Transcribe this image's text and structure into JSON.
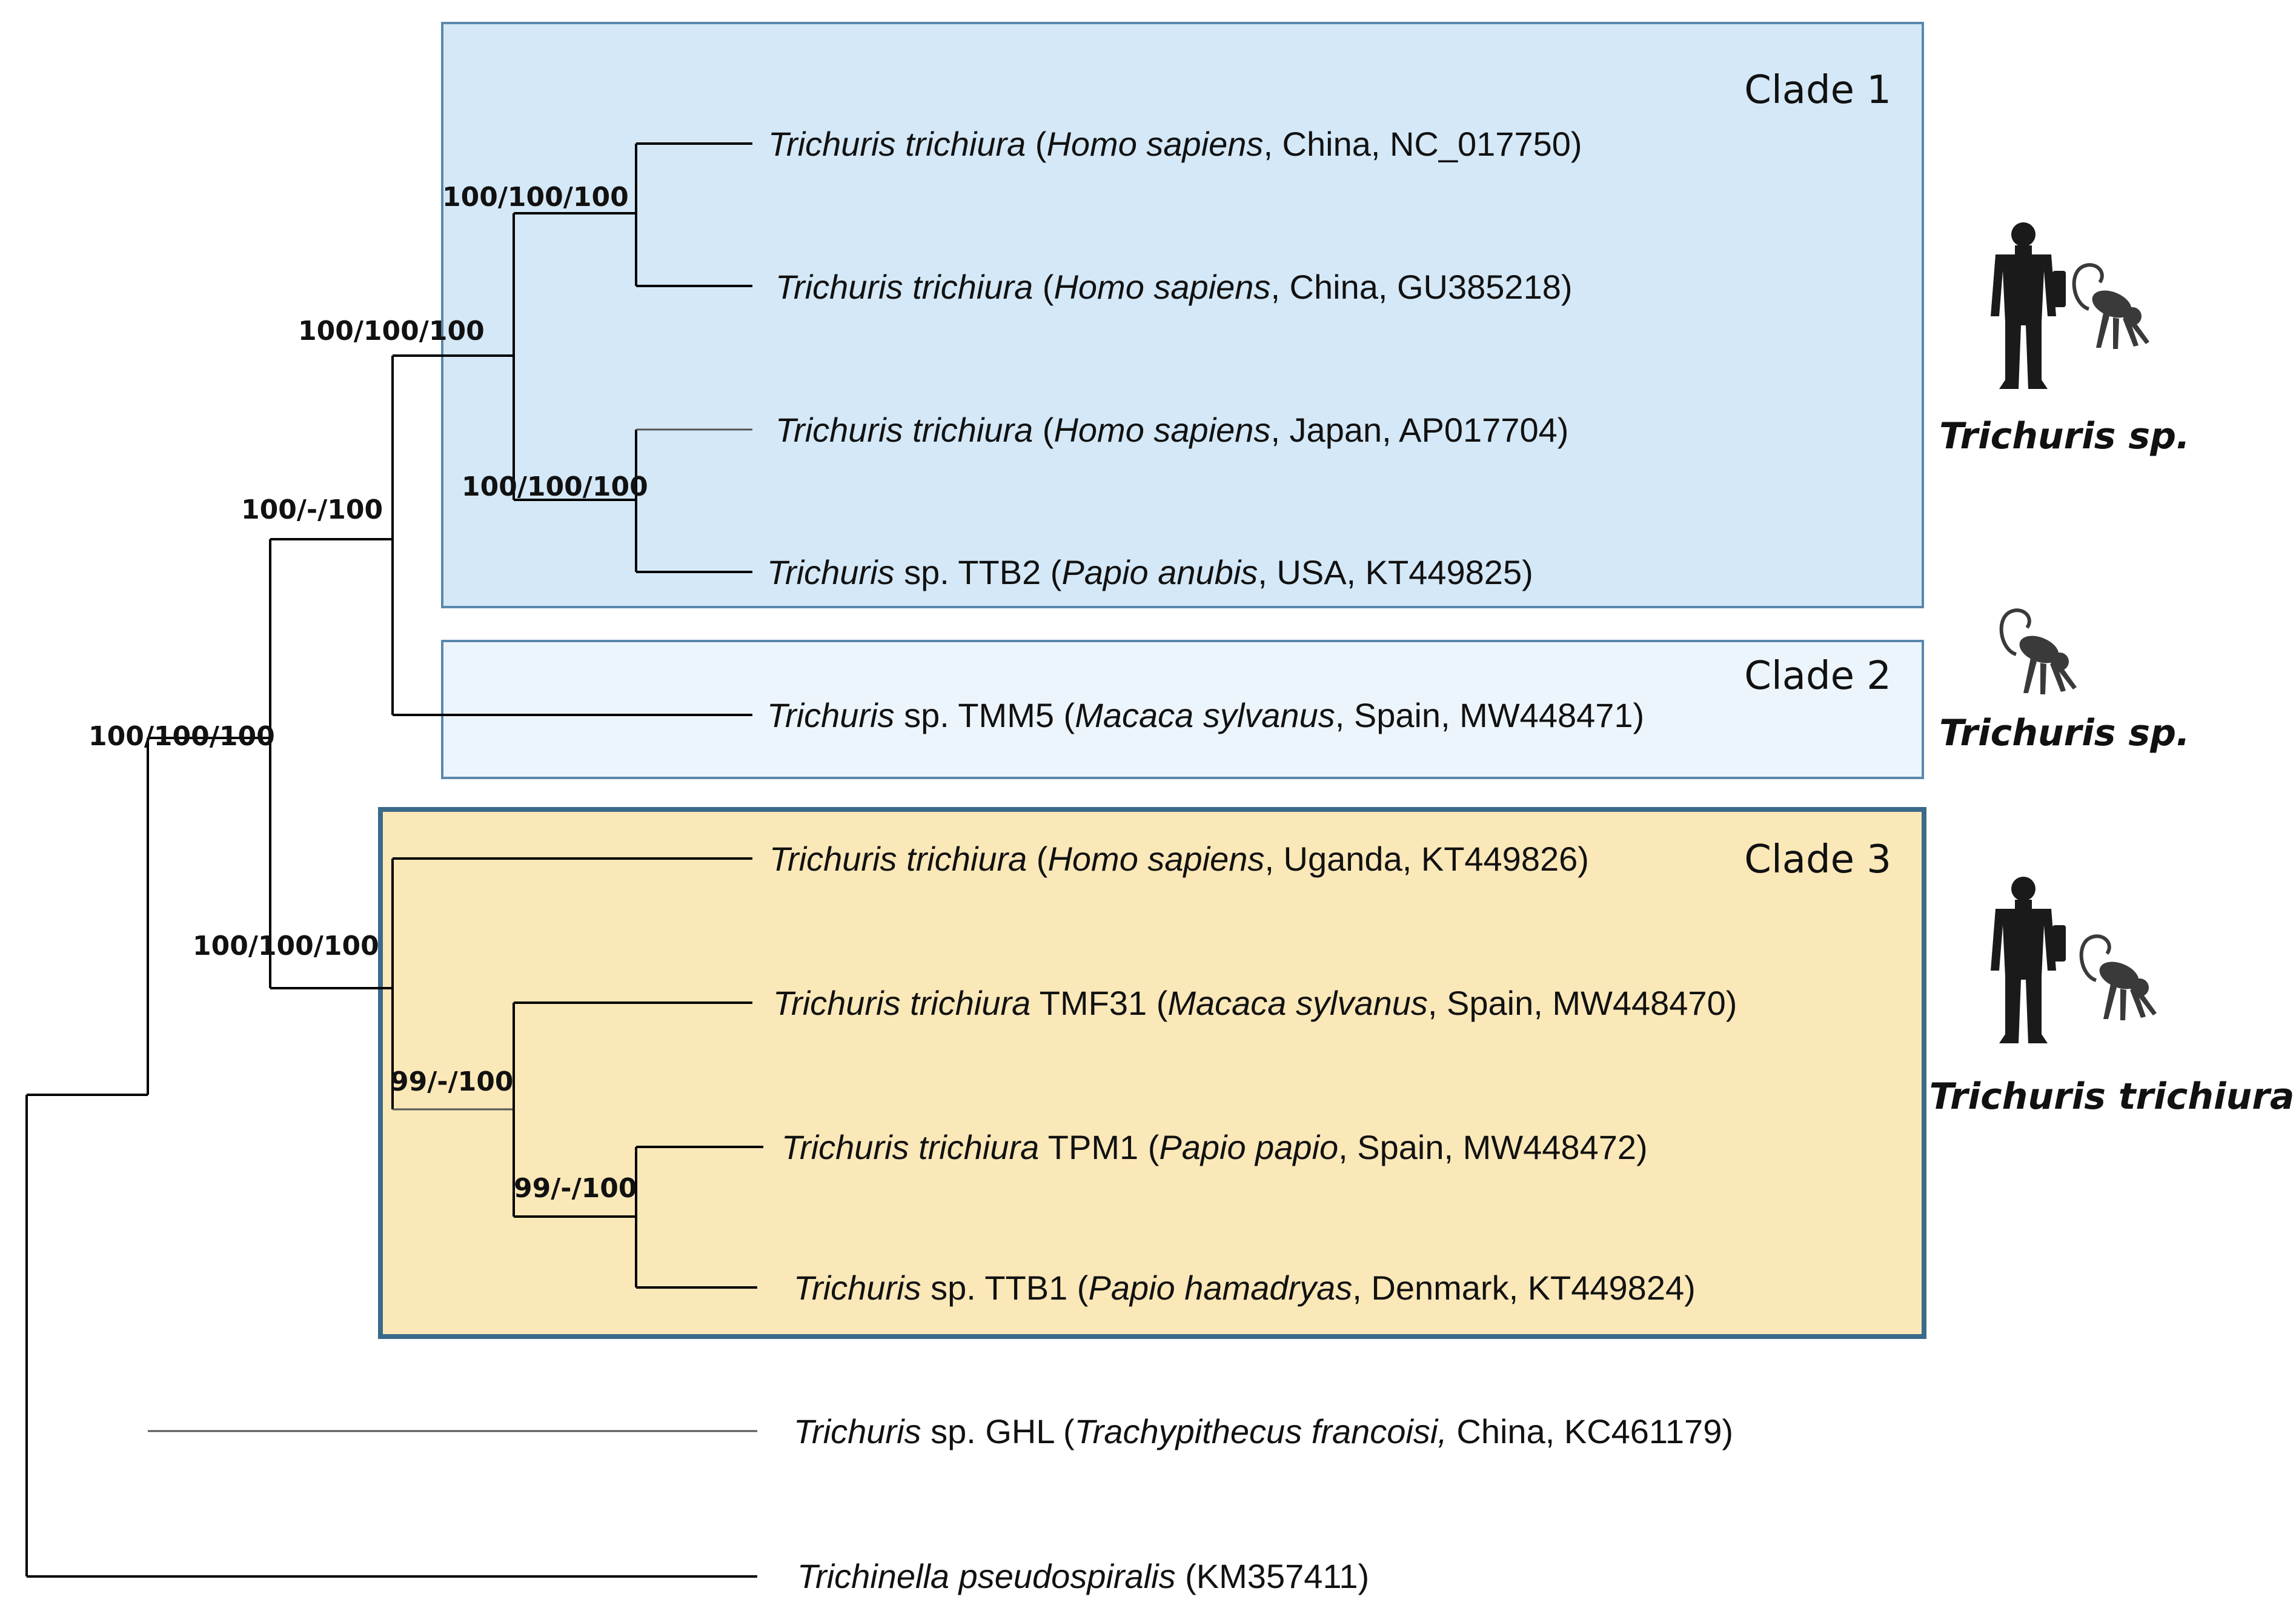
{
  "colors": {
    "clade1_fill": "#d4e8f7",
    "clade1_border": "#5a88ad",
    "clade2_fill": "#edf5fc",
    "clade2_border": "#5a88ad",
    "clade3_fill": "#fbe8b8",
    "clade3_border": "#3a6a8a",
    "branch": "#000000",
    "silhouette": "#1a1a1a"
  },
  "clades": [
    {
      "title": "Clade 1",
      "host_icons": [
        "human-silhouette-icon",
        "monkey-silhouette-icon"
      ],
      "group_name": "Trichuris sp."
    },
    {
      "title": "Clade 2",
      "host_icons": [
        "monkey-silhouette-icon"
      ],
      "group_name": "Trichuris sp."
    },
    {
      "title": "Clade 3",
      "host_icons": [
        "human-silhouette-icon",
        "monkey-silhouette-icon"
      ],
      "group_name": "Trichuris trichiura"
    }
  ],
  "taxa": [
    {
      "parts": [
        {
          "t": "Trichuris trichiura",
          "i": true
        },
        {
          "t": " (",
          "i": false
        },
        {
          "t": "Homo sapiens",
          "i": true
        },
        {
          "t": ", China, NC_017750)",
          "i": false
        }
      ]
    },
    {
      "parts": [
        {
          "t": "Trichuris trichiura",
          "i": true
        },
        {
          "t": " (",
          "i": false
        },
        {
          "t": "Homo sapiens",
          "i": true
        },
        {
          "t": ", China, GU385218)",
          "i": false
        }
      ]
    },
    {
      "parts": [
        {
          "t": "Trichuris trichiura",
          "i": true
        },
        {
          "t": " (",
          "i": false
        },
        {
          "t": "Homo sapiens",
          "i": true
        },
        {
          "t": ", Japan, AP017704)",
          "i": false
        }
      ]
    },
    {
      "parts": [
        {
          "t": "Trichuris",
          "i": true
        },
        {
          "t": " sp.  TTB2 (",
          "i": false
        },
        {
          "t": "Papio anubis",
          "i": true
        },
        {
          "t": ", USA, KT449825)",
          "i": false
        }
      ]
    },
    {
      "parts": [
        {
          "t": "Trichuris",
          "i": true
        },
        {
          "t": " sp. TMM5 (",
          "i": false
        },
        {
          "t": "Macaca sylvanus",
          "i": true
        },
        {
          "t": ", Spain, MW448471)",
          "i": false
        }
      ]
    },
    {
      "parts": [
        {
          "t": "Trichuris trichiura",
          "i": true
        },
        {
          "t": " (",
          "i": false
        },
        {
          "t": "Homo sapiens",
          "i": true
        },
        {
          "t": ", Uganda, KT449826)",
          "i": false
        }
      ]
    },
    {
      "parts": [
        {
          "t": "Trichuris trichiura",
          "i": true
        },
        {
          "t": " TMF31 (",
          "i": false
        },
        {
          "t": "Macaca sylvanus",
          "i": true
        },
        {
          "t": ", Spain, MW448470)",
          "i": false
        }
      ]
    },
    {
      "parts": [
        {
          "t": "Trichuris trichiura",
          "i": true
        },
        {
          "t": " TPM1 (",
          "i": false
        },
        {
          "t": "Papio papio",
          "i": true
        },
        {
          "t": ", Spain, MW448472)",
          "i": false
        }
      ]
    },
    {
      "parts": [
        {
          "t": "Trichuris",
          "i": true
        },
        {
          "t": " sp. TTB1 (",
          "i": false
        },
        {
          "t": "Papio hamadryas",
          "i": true
        },
        {
          "t": ", Denmark, KT449824)",
          "i": false
        }
      ]
    },
    {
      "parts": [
        {
          "t": "Trichuris",
          "i": true
        },
        {
          "t": " sp. GHL (",
          "i": false
        },
        {
          "t": "Trachypithecus francoisi,",
          "i": true
        },
        {
          "t": " China, KC461179)",
          "i": false
        }
      ]
    },
    {
      "parts": [
        {
          "t": "Trichinella pseudospiralis",
          "i": true
        },
        {
          "t": " (KM357411)",
          "i": false
        }
      ]
    }
  ],
  "supports": [
    "100/100/100",
    "100/100/100",
    "100/100/100",
    "100/-/100",
    "100/100/100",
    "100/100/100",
    "99/-/100",
    "99/-/100"
  ]
}
